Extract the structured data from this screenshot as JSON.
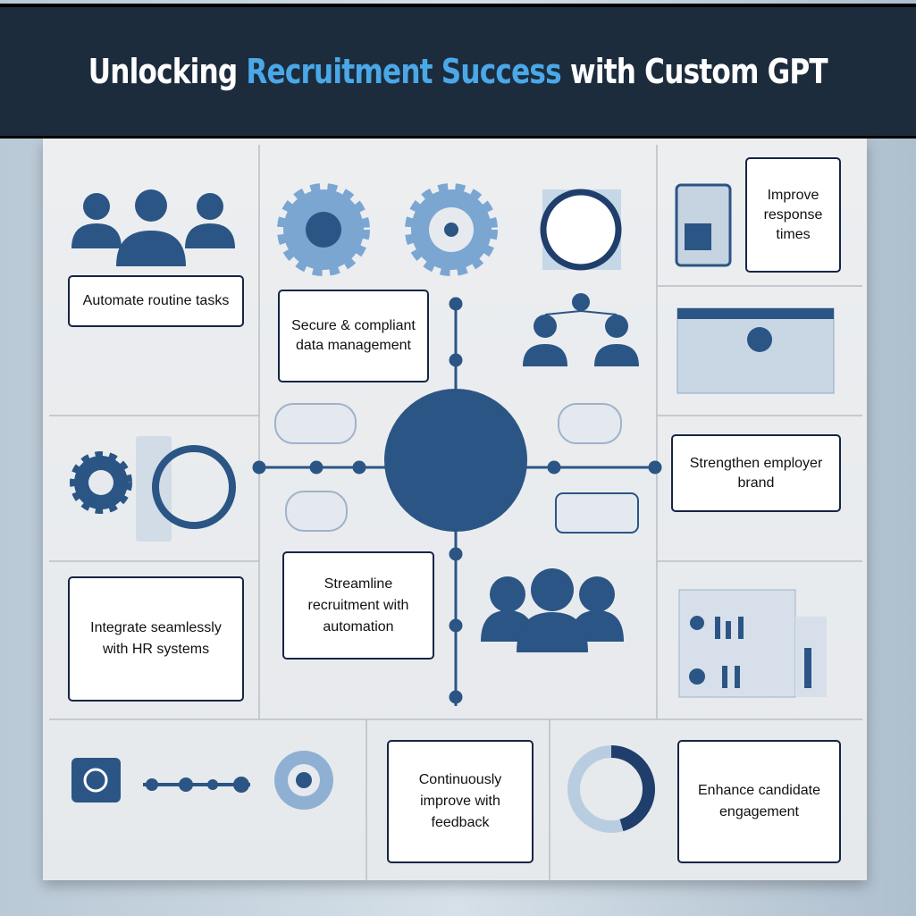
{
  "header": {
    "title_prefix": "Unlocking",
    "title_highlight": "Recruitment Success",
    "title_suffix": "with Custom GPT"
  },
  "labels": [
    "Automate routine tasks",
    "Secure & compliant data management",
    "Improve response times",
    "Strengthen employer brand",
    "Integrate seamlessly with HR systems",
    "Streamline recruitment with automation",
    "Continuously improve with feedback",
    "Enhance candidate engagement"
  ],
  "colors": {
    "header_bg": "#1c2c3d",
    "accent": "#4aa8e8",
    "icon_dark": "#2b5585",
    "icon_light": "#6f9ccb"
  }
}
